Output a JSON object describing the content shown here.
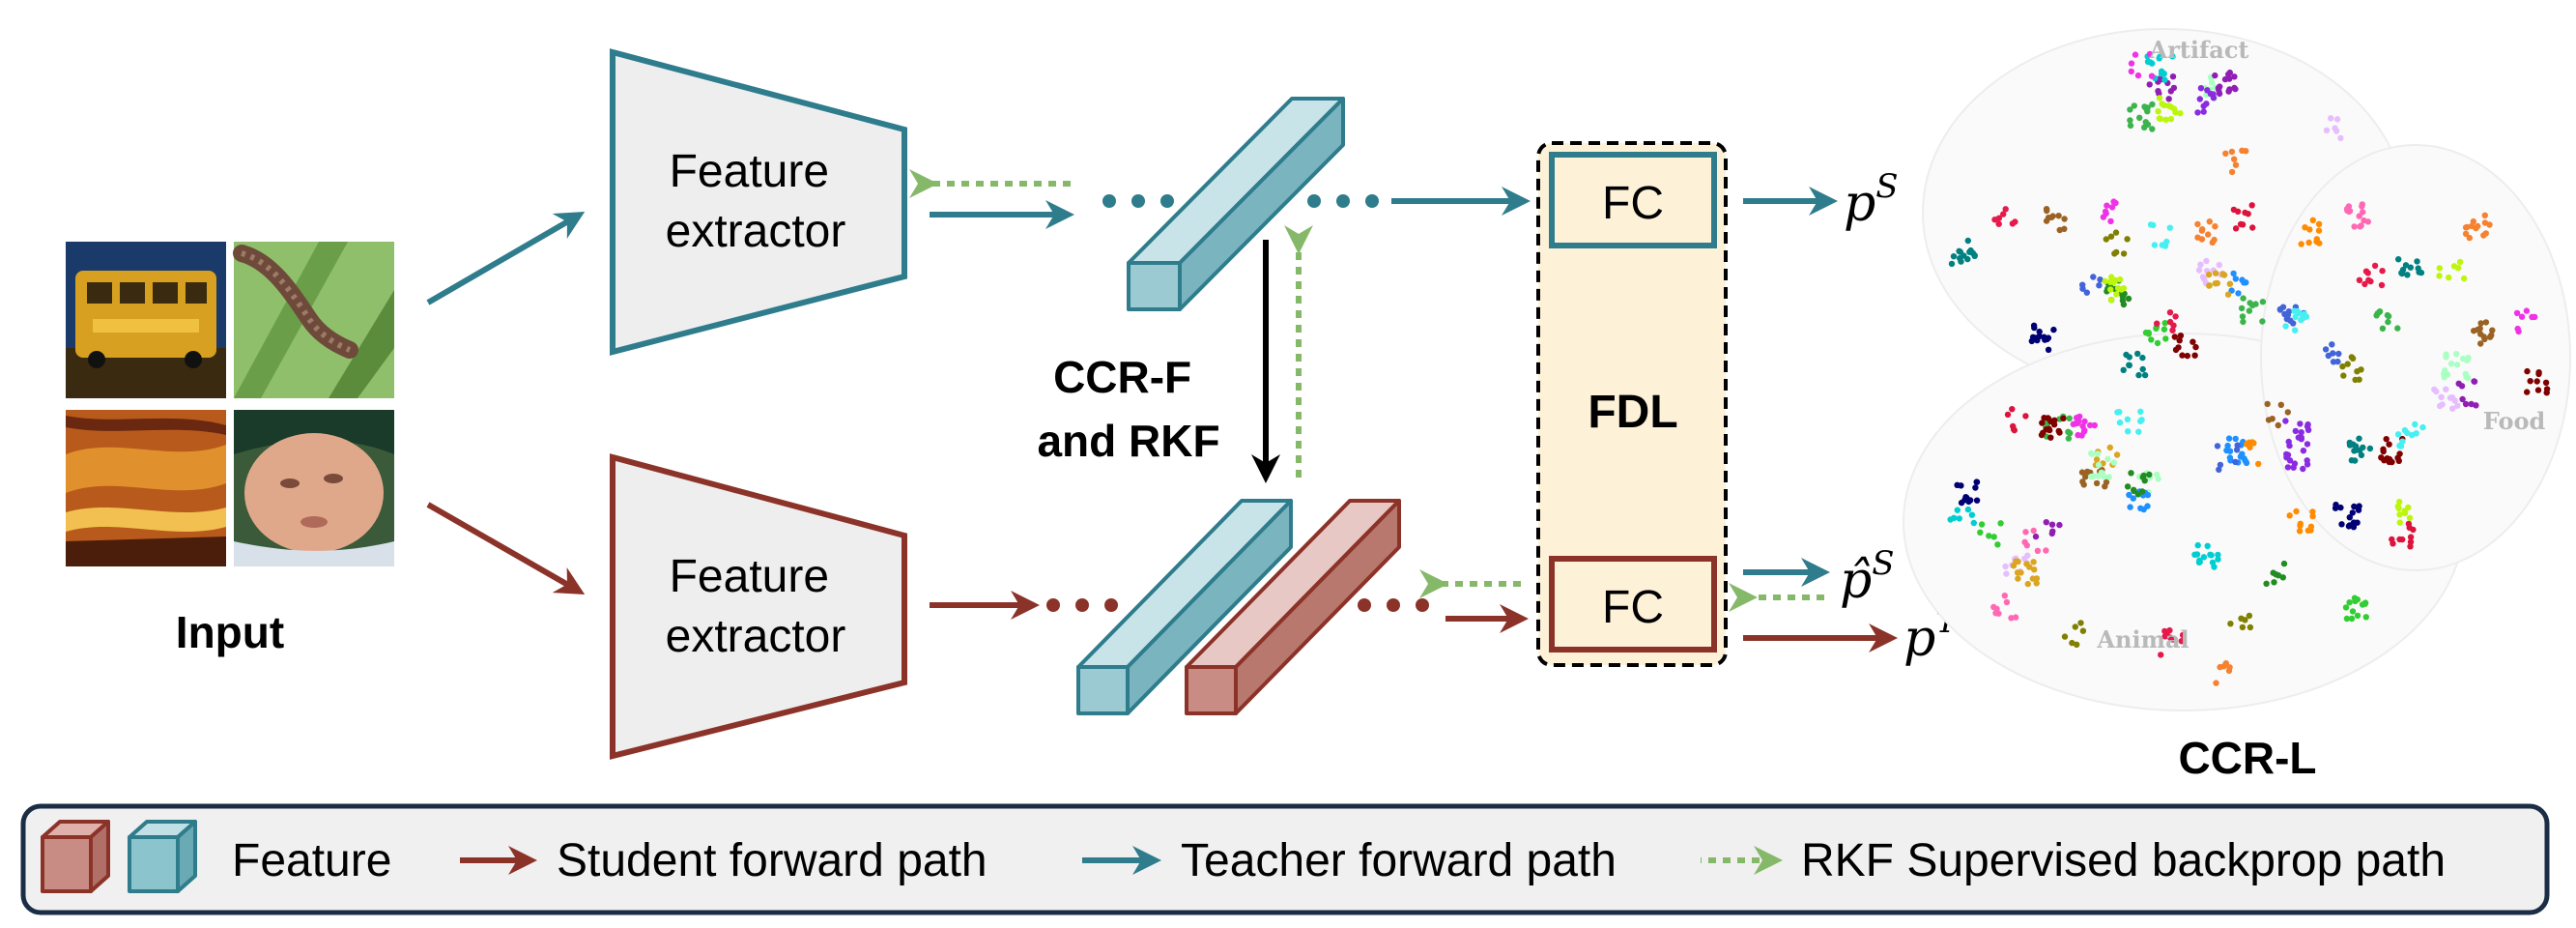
{
  "input": {
    "label": "Input"
  },
  "extractors": {
    "top_label": [
      "Feature",
      "extractor"
    ],
    "bottom_label": [
      "Feature",
      "extractor"
    ]
  },
  "ccr_f": {
    "label": [
      "CCR-F",
      "and RKF"
    ]
  },
  "fdl": {
    "label": "FDL",
    "fc_top": "FC",
    "fc_bottom": "FC"
  },
  "outputs": {
    "p_s": {
      "base": "p",
      "sup": "S"
    },
    "p_s_hat": {
      "base": "p̂",
      "sup": "S"
    },
    "p_t": {
      "base": "p",
      "sup": "T"
    }
  },
  "ccr_l": {
    "label": "CCR-L",
    "clusters": [
      "Artifact",
      "Food",
      "Animal"
    ]
  },
  "legend": {
    "feature": "Feature",
    "student": "Student forward path",
    "teacher": "Teacher forward path",
    "rkf": "RKF Supervised backprop path"
  },
  "colors": {
    "teacher": "#2e7c8c",
    "student": "#8c3329",
    "rkf": "#86b86a",
    "teacher_feature": "#8cc4cd",
    "student_feature": "#c88c84",
    "fdl_fill": "#fdf1d8",
    "extractor_fill": "#eeeeee",
    "legend_fill": "#f0f0f0",
    "legend_border": "#1b2d45"
  }
}
